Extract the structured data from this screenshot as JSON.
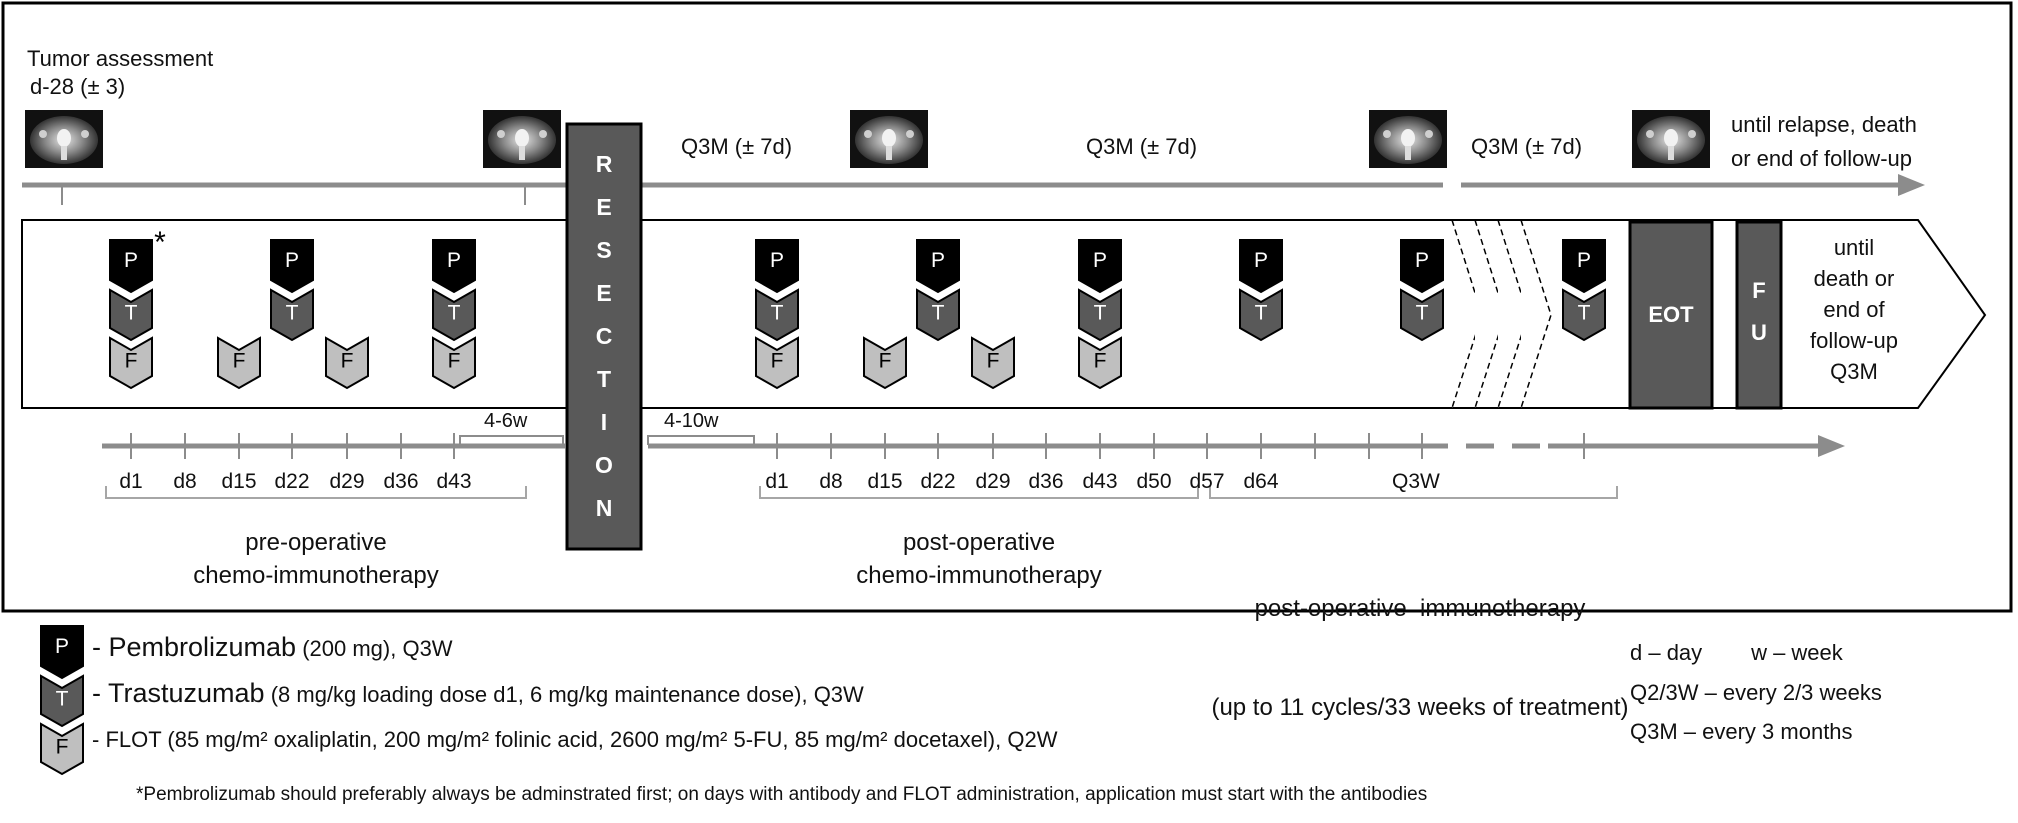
{
  "tumor_assessment": {
    "title": "Tumor assessment",
    "timing": "d-28 (± 3)",
    "intervals": [
      "Q3M (± 7d)",
      "Q3M (± 7d)",
      "Q3M (± 7d)"
    ],
    "end_note": [
      "until relapse, death",
      "or end of follow-up"
    ]
  },
  "resection_letters": [
    "R",
    "E",
    "S",
    "E",
    "C",
    "T",
    "I",
    "O",
    "N"
  ],
  "eot_label": "EOT",
  "fu_letters": [
    "F",
    "U"
  ],
  "end_box_text": [
    "until",
    "death or",
    "end of",
    "follow-up",
    "Q3M"
  ],
  "gaps": {
    "pre": "4-6w",
    "post": "4-10w"
  },
  "pre_days": [
    "d1",
    "d8",
    "d15",
    "d22",
    "d29",
    "d36",
    "d43"
  ],
  "post_days": [
    "d1",
    "d8",
    "d15",
    "d22",
    "d29",
    "d36",
    "d43",
    "d50",
    "d57",
    "d64"
  ],
  "q3w_label": "Q3W",
  "phases": {
    "pre": [
      "pre-operative",
      "chemo-immunotherapy"
    ],
    "post": [
      "post-operative",
      "chemo-immunotherapy"
    ],
    "immuno": [
      "post-operative  immunotherapy",
      "(up to 11 cycles/33 weeks of treatment)"
    ]
  },
  "asterisk": "*",
  "legend": {
    "p": {
      "letter": "P",
      "name": "Pembrolizumab",
      "detail": "(200 mg), Q3W"
    },
    "t": {
      "letter": "T",
      "name": "Trastuzumab",
      "detail": "(8 mg/kg loading dose d1, 6 mg/kg maintenance dose), Q3W"
    },
    "f": {
      "letter": "F",
      "text": "- FLOT (85 mg/m² oxaliplatin, 200 mg/m² folinic acid, 2600 mg/m² 5-FU, 85 mg/m² docetaxel), Q2W"
    }
  },
  "abbreviations": [
    "d – day        w – week",
    "Q2/3W – every 2/3 weeks",
    "Q3M – every 3 months"
  ],
  "footnote": "*Pembrolizumab should preferably always be adminstrated first; on days with antibody and FLOT administration, application must start with the antibodies",
  "colors": {
    "pembrolizumab": "#000000",
    "trastuzumab": "#595959",
    "flot": "#bfbfbf",
    "dark_box": "#595959",
    "line": "#8c8c8c"
  }
}
